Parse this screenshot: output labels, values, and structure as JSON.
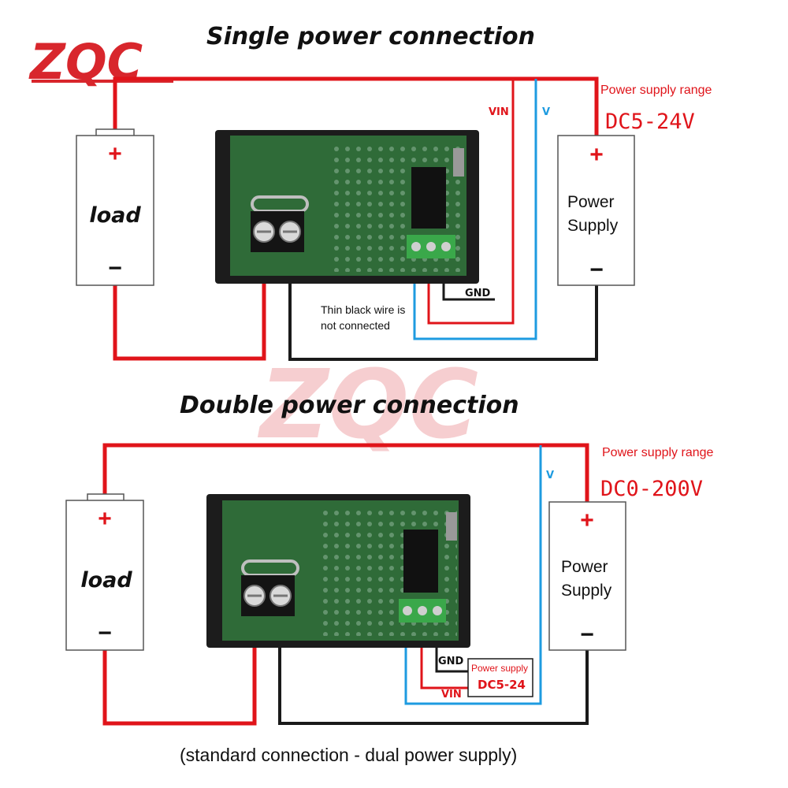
{
  "brand": {
    "logo_text": "ZQC",
    "logo_color": "#d8262c"
  },
  "colors": {
    "red_wire": "#e0141a",
    "blue_wire": "#1e9be0",
    "black_wire": "#1a1a1a",
    "board_green": "#2f6b38",
    "frame": "#1c1c1c"
  },
  "single": {
    "title": "Single power connection",
    "load": {
      "label": "load",
      "plus": "+",
      "minus": "−"
    },
    "power_supply": {
      "line1": "Power",
      "line2": "Supply",
      "plus": "+",
      "minus": "−"
    },
    "range_label": "Power supply range",
    "range_value": "DC5-24V",
    "wire_vin": "VIN",
    "wire_v": "V",
    "wire_gnd": "GND",
    "note_line1": "Thin black wire is",
    "note_line2": "not connected"
  },
  "double": {
    "title": "Double power connection",
    "load": {
      "label": "load",
      "plus": "+",
      "minus": "−"
    },
    "power_supply": {
      "line1": "Power",
      "line2": "Supply",
      "plus": "+",
      "minus": "−"
    },
    "range_label": "Power supply range",
    "range_value": "DC0-200V",
    "wire_v": "V",
    "wire_gnd": "GND",
    "wire_vin": "VIN",
    "box_label": "Power supply",
    "box_value": "DC5-24"
  },
  "caption": "(standard connection - dual power supply)"
}
